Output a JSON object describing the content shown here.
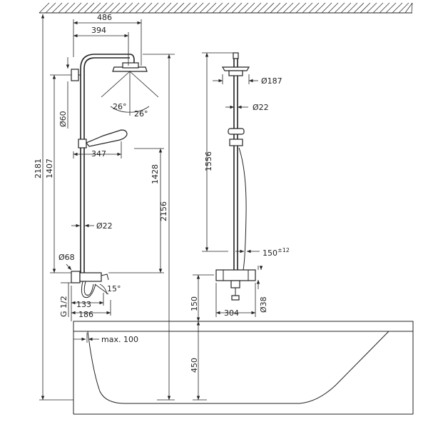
{
  "dimensions": {
    "d486": "486",
    "d394": "394",
    "d60": "Ø60",
    "a26a": "26°",
    "a26b": "26°",
    "d347": "347",
    "d1428": "1428",
    "d2181": "2181",
    "d1407": "1407",
    "d2156": "2156",
    "d22left": "Ø22",
    "d68": "Ø68",
    "a15": "15°",
    "g12": "G 1/2",
    "d133": "133",
    "d186": "186",
    "d187": "Ø187",
    "d22right": "Ø22",
    "d1556": "1556",
    "d150tol": "150",
    "d150tolsup": "±12",
    "d150": "150",
    "d304": "304",
    "d38": "Ø38",
    "max100": "max. 100",
    "d450": "450"
  }
}
